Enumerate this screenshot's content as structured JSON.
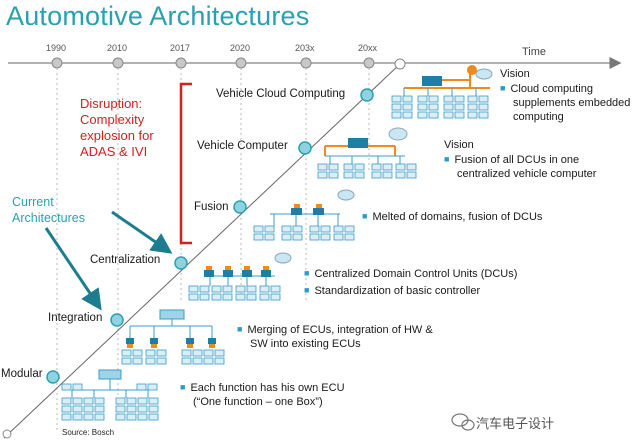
{
  "title": "Automotive Architectures",
  "timeline": {
    "years": [
      "1990",
      "2010",
      "2017",
      "2020",
      "203x",
      "20xx"
    ],
    "axis_label": "Time"
  },
  "stages": [
    {
      "name": "Modular"
    },
    {
      "name": "Integration"
    },
    {
      "name": "Centralization"
    },
    {
      "name": "Fusion"
    },
    {
      "name": "Vehicle Computer"
    },
    {
      "name": "Vehicle Cloud Computing"
    }
  ],
  "descriptions": {
    "modular": {
      "line1": "Each function has his own ECU",
      "line2": "(“One function – one Box”)"
    },
    "integration": {
      "line1": "Merging of ECUs,  integration of HW &",
      "line2": "SW into existing ECUs"
    },
    "centralization": {
      "b1": "Centralized Domain Control Units (DCUs)",
      "b2": "Standardization of basic controller"
    },
    "fusion": {
      "line1": "Melted of domains, fusion of DCUs"
    },
    "vehicle_computer": {
      "heading": "Vision",
      "line1": "Fusion of all DCUs in one",
      "line2": "centralized vehicle computer"
    },
    "vehicle_cloud": {
      "heading": "Vision",
      "line1": "Cloud computing",
      "line2": "supplements embedded",
      "line3": "computing"
    }
  },
  "disruption": {
    "line1": "Disruption:",
    "line2": "Complexity",
    "line3": "explosion for",
    "line4": "ADAS & IVI"
  },
  "current": {
    "line1": "Current",
    "line2": "Architectures"
  },
  "source": "Source: Bosch",
  "watermark": "汽车电子设计",
  "colors": {
    "accent": "#2aa0b0",
    "red": "#d42020",
    "ecu_fill": "#dbeef4",
    "ecu_border": "#3b9cc8",
    "dcu": "#1e7ea6",
    "bus": "#f08a1d",
    "bullet": "#2a9bd0"
  }
}
